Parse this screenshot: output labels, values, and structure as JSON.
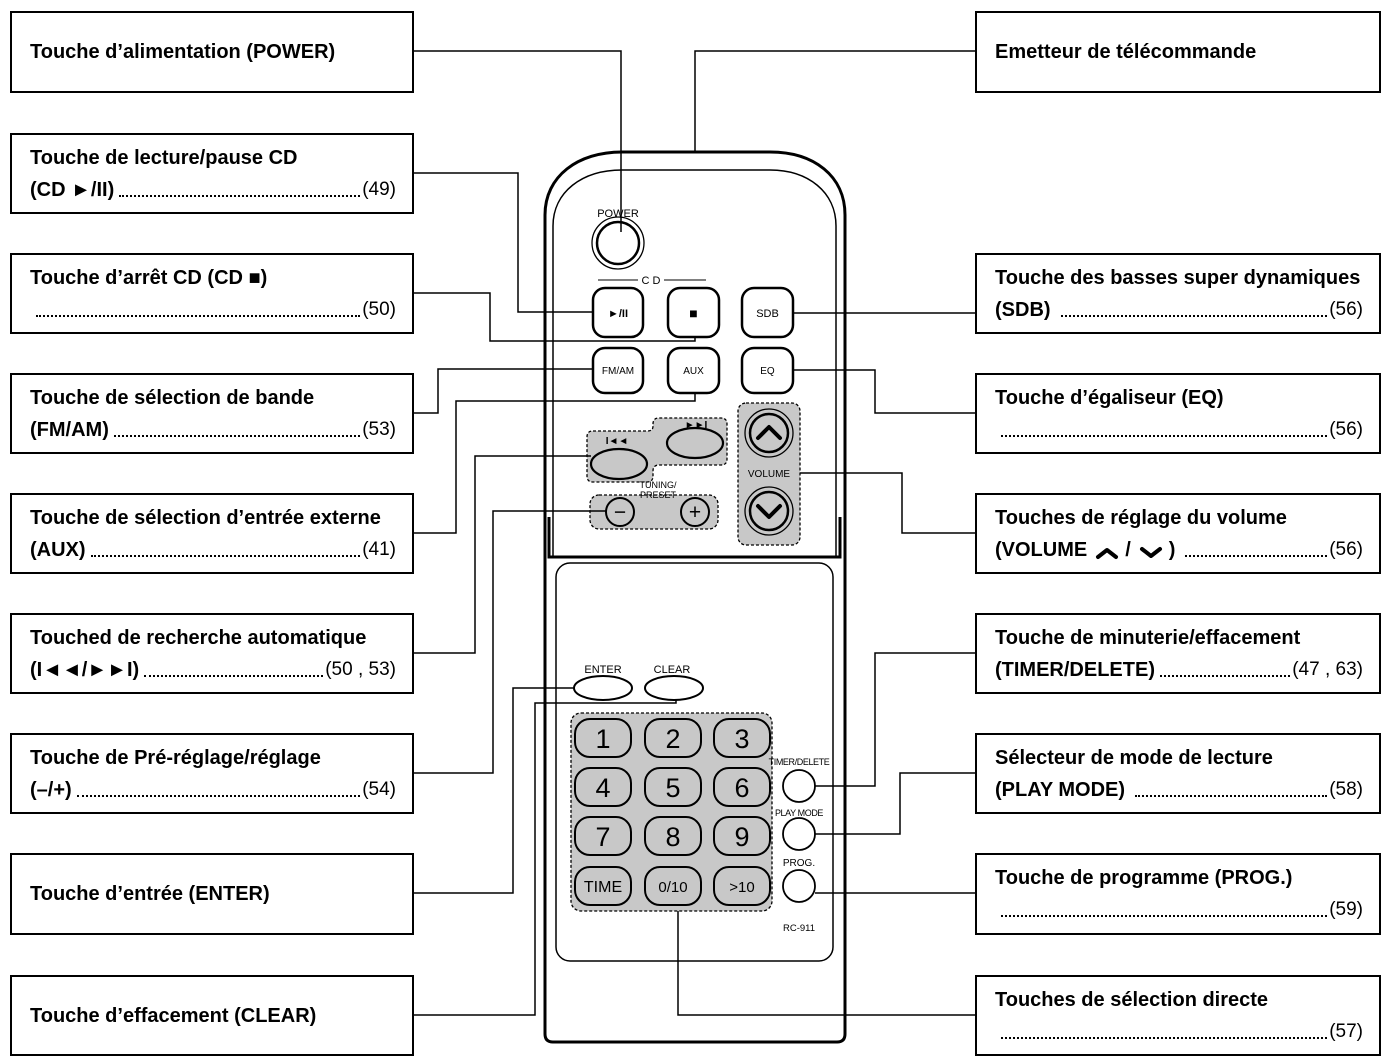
{
  "left_labels": [
    {
      "title": "Touche d’alimentation (POWER)"
    },
    {
      "title": "Touche de lecture/pause CD",
      "code": "(CD ►/II)",
      "page": "(49)"
    },
    {
      "title": "Touche d’arrêt CD (CD ■)",
      "page": "(50)"
    },
    {
      "title": "Touche de sélection de bande",
      "code": "(FM/AM)",
      "page": "(53)"
    },
    {
      "title": "Touche de sélection d’entrée externe",
      "code": "(AUX)",
      "page": "(41)"
    },
    {
      "title": "Touched de recherche automatique",
      "code": "(I◄◄/►►I)",
      "page": "(50 , 53)"
    },
    {
      "title": "Touche de Pré-réglage/réglage",
      "code": "(–/+)",
      "page": "(54)"
    },
    {
      "title": "Touche d’entrée (ENTER)"
    },
    {
      "title": "Touche d’effacement (CLEAR)"
    }
  ],
  "right_labels": [
    {
      "title": "Emetteur de télécommande"
    },
    {
      "title": "Touche des basses super dynamiques",
      "code": "(SDB)",
      "page": "(56)"
    },
    {
      "title": "Touche d’égaliseur (EQ)",
      "page": "(56)"
    },
    {
      "title": "Touches de réglage du volume",
      "code": "(VOLUME",
      "code_sep": "/",
      "code_end": ")",
      "code_icons": [
        "chevron-up-icon",
        "chevron-down-icon"
      ],
      "page": "(56)"
    },
    {
      "title": "Touche de minuterie/effacement",
      "code": "(TIMER/DELETE)",
      "page": "(47 , 63)"
    },
    {
      "title": "Sélecteur de mode de lecture",
      "code": "(PLAY MODE)",
      "page": "(58)"
    },
    {
      "title": "Touche de programme (PROG.)",
      "page": "(59)"
    },
    {
      "title": "Touches de sélection directe",
      "page": "(57)"
    }
  ],
  "remote": {
    "power_label": "POWER",
    "cd_label": "C D",
    "play_pause": "►/II",
    "stop": "■",
    "sdb": "SDB",
    "fm_am": "FM/AM",
    "aux": "AUX",
    "eq": "EQ",
    "skip_back": "I◄◄",
    "skip_forward": "►►I",
    "tuning_line1": "TUNING/",
    "tuning_line2": "PRESET",
    "minus": "−",
    "plus": "+",
    "volume": "VOLUME",
    "volume_up_icon": "chevron-up-icon",
    "volume_down_icon": "chevron-down-icon",
    "enter": "ENTER",
    "clear": "CLEAR",
    "keypad": [
      "1",
      "2",
      "3",
      "4",
      "5",
      "6",
      "7",
      "8",
      "9",
      "TIME",
      "0/10",
      ">10"
    ],
    "timer_delete": "TIMER/DELETE",
    "play_mode": "PLAY MODE",
    "prog": "PROG.",
    "model": "RC-911"
  },
  "colors": {
    "ink": "#000000",
    "button_group_fill": "#c8c8c8",
    "paper": "#ffffff"
  }
}
